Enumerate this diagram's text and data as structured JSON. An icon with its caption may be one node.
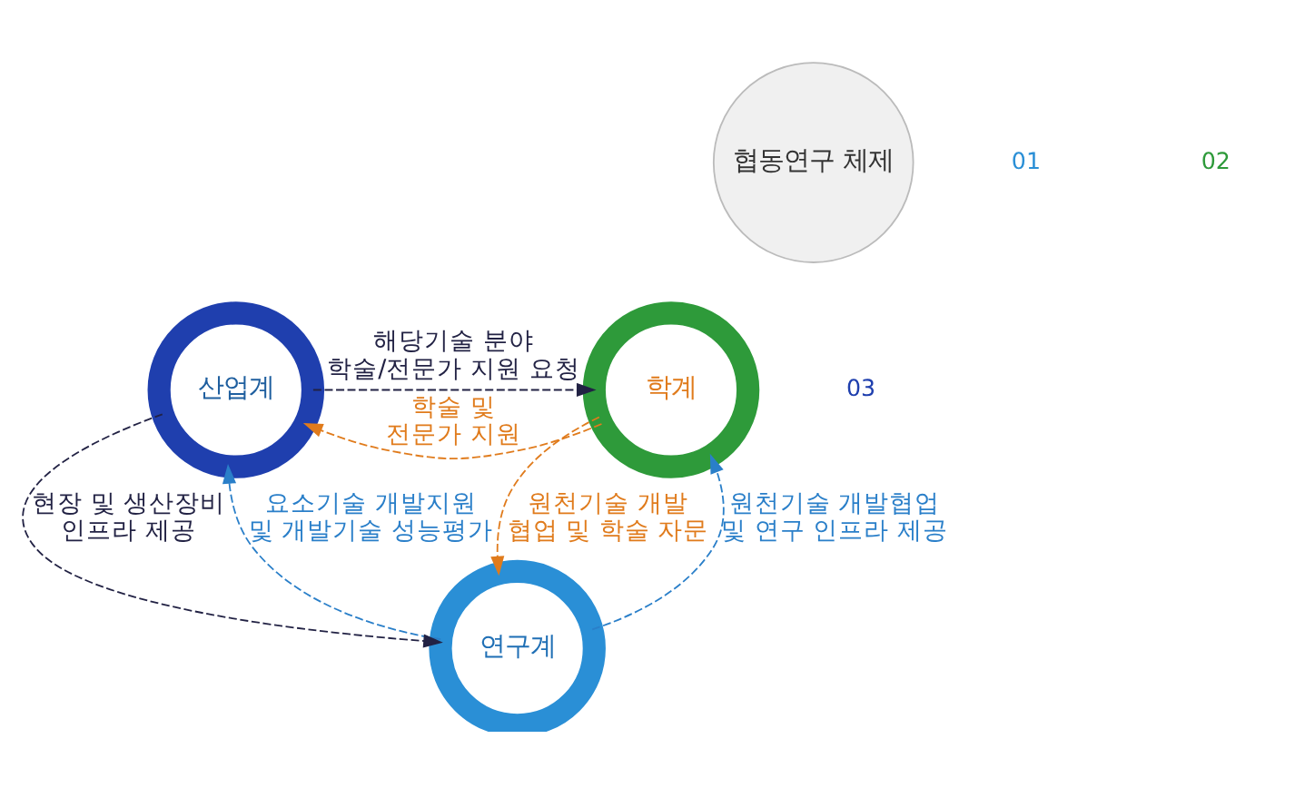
{
  "diagram": {
    "nodes": [
      {
        "text": [
          "협동연구 체제"
        ]
      },
      {
        "text": [
          "연구계"
        ]
      },
      {
        "text": [
          "산업계"
        ]
      },
      {
        "text": [
          "학계"
        ]
      }
    ],
    "edges": [
      {
        "from": 1,
        "to": 3,
        "arrow": "to",
        "label": "원천기술 개발협업 및 연구 인프라 제공",
        "style": "dashed",
        "color": "#2a7fc9"
      },
      {
        "from": 1,
        "to": 2,
        "arrow": "to",
        "label": "요소기술 개발지원 및 개발기술 성능평가",
        "style": "dashed",
        "color": "#2a7fc9"
      },
      {
        "from": 2,
        "to": 1,
        "arrow": "to",
        "label": "현장 및 생산장비 인프라 제공",
        "style": "dashed",
        "color": "#222244"
      },
      {
        "from": 2,
        "to": 3,
        "arrow": "to",
        "label": "해당기술 분야 학술/전문가 지원 요청",
        "style": "dashed",
        "color": "#222244"
      },
      {
        "from": 3,
        "to": 2,
        "arrow": "to",
        "label": "학술 및 전문가 지원",
        "style": "dashed",
        "color": "#e07b1c"
      },
      {
        "from": 3,
        "to": 1,
        "arrow": "to",
        "label": "원천기술 개발 협업 및 학술 자문",
        "style": "dashed",
        "color": "#e07b1c"
      }
    ],
    "labels": [
      "01",
      "02",
      "03"
    ]
  }
}
